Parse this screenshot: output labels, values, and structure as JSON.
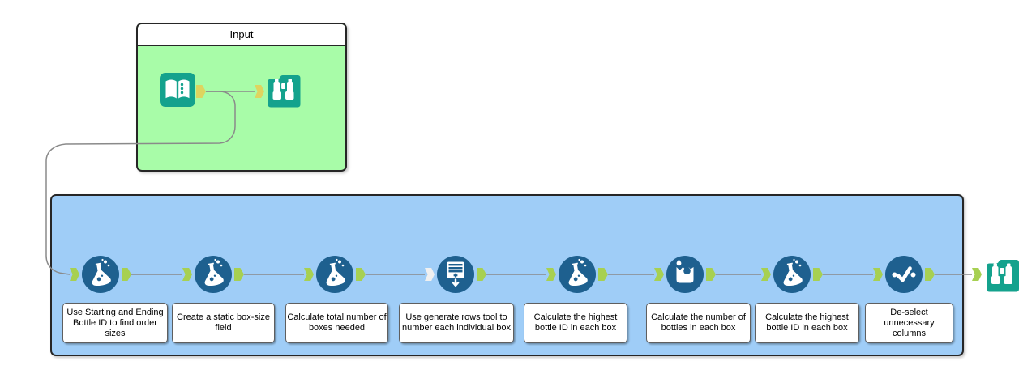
{
  "containers": {
    "input": {
      "label": "Input"
    },
    "main": {
      "label": ""
    }
  },
  "tools": [
    {
      "id": "input-data",
      "icon": "input-data-book-icon",
      "caption": ""
    },
    {
      "id": "browse-top",
      "icon": "browse-binoculars-icon",
      "caption": ""
    },
    {
      "id": "formula-1",
      "icon": "formula-flask-icon",
      "caption": "Use Starting and Ending Bottle ID to find order sizes"
    },
    {
      "id": "formula-2",
      "icon": "formula-flask-icon",
      "caption": "Create a static box-size field"
    },
    {
      "id": "formula-3",
      "icon": "formula-flask-icon",
      "caption": "Calculate total number of boxes needed"
    },
    {
      "id": "generate-rows",
      "icon": "generate-rows-icon",
      "caption": "Use generate rows tool to number each individual box"
    },
    {
      "id": "formula-4",
      "icon": "formula-flask-icon",
      "caption": "Calculate the highest bottle ID in each box"
    },
    {
      "id": "multi-row-formula",
      "icon": "multi-row-formula-drops-icon",
      "caption": "Calculate the number of bottles in each box"
    },
    {
      "id": "formula-5",
      "icon": "formula-flask-icon",
      "caption": "Calculate the highest bottle ID in each box"
    },
    {
      "id": "select",
      "icon": "select-checkmark-icon",
      "caption": "De-select unnecessary columns"
    },
    {
      "id": "browse-right",
      "icon": "browse-binoculars-icon",
      "caption": ""
    }
  ],
  "colors": {
    "teal": "#14a28d",
    "tool-blue": "#1e608f",
    "container-green": "#a8fca8",
    "container-blue": "#9fcdf7",
    "anchor-yellow": "#ded45f",
    "anchor-green": "#a7d052",
    "anchor-gray": "#f0f0f0",
    "wire": "#8a8a8a",
    "border-dark": "#262626"
  }
}
